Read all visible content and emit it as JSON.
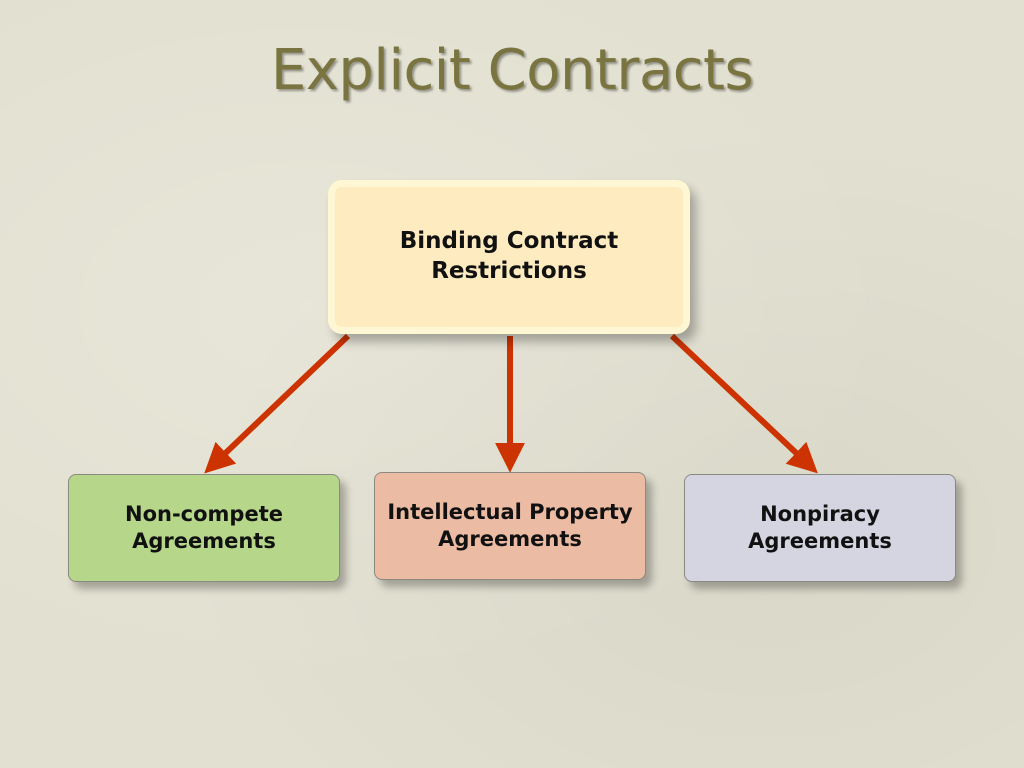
{
  "slide": {
    "title": "Explicit Contracts"
  },
  "diagram": {
    "root": {
      "line1": "Binding Contract",
      "line2": "Restrictions",
      "fill_color": "#feecc0"
    },
    "children": [
      {
        "line1": "Non-compete",
        "line2": "Agreements",
        "fill_color": "#b6d68a"
      },
      {
        "line1": "Intellectual Property",
        "line2": "Agreements",
        "fill_color": "#ecbba3"
      },
      {
        "line1": "Nonpiracy",
        "line2": "Agreements",
        "fill_color": "#d5d5e2"
      }
    ],
    "arrow_color": "#cc3300"
  }
}
